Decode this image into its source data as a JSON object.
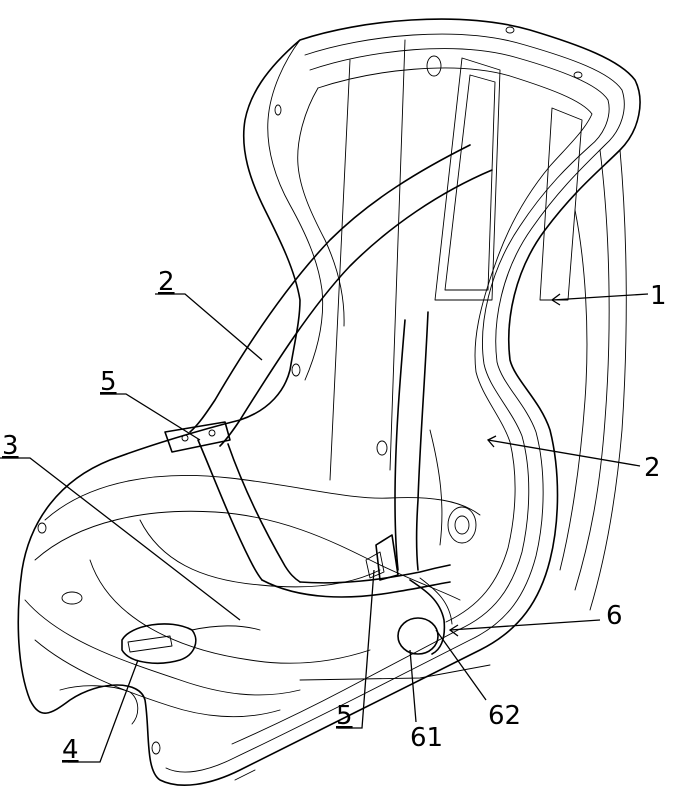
{
  "figure": {
    "labels": [
      {
        "id": "label-1",
        "text": "1"
      },
      {
        "id": "label-2-upper",
        "text": "2"
      },
      {
        "id": "label-2-right",
        "text": "2"
      },
      {
        "id": "label-3",
        "text": "3"
      },
      {
        "id": "label-4",
        "text": "4"
      },
      {
        "id": "label-5-upper",
        "text": "5"
      },
      {
        "id": "label-5-lower",
        "text": "5"
      },
      {
        "id": "label-6",
        "text": "6"
      },
      {
        "id": "label-61",
        "text": "61"
      },
      {
        "id": "label-62",
        "text": "62"
      }
    ],
    "colors": {
      "line": "#000000",
      "background": "#ffffff"
    }
  }
}
